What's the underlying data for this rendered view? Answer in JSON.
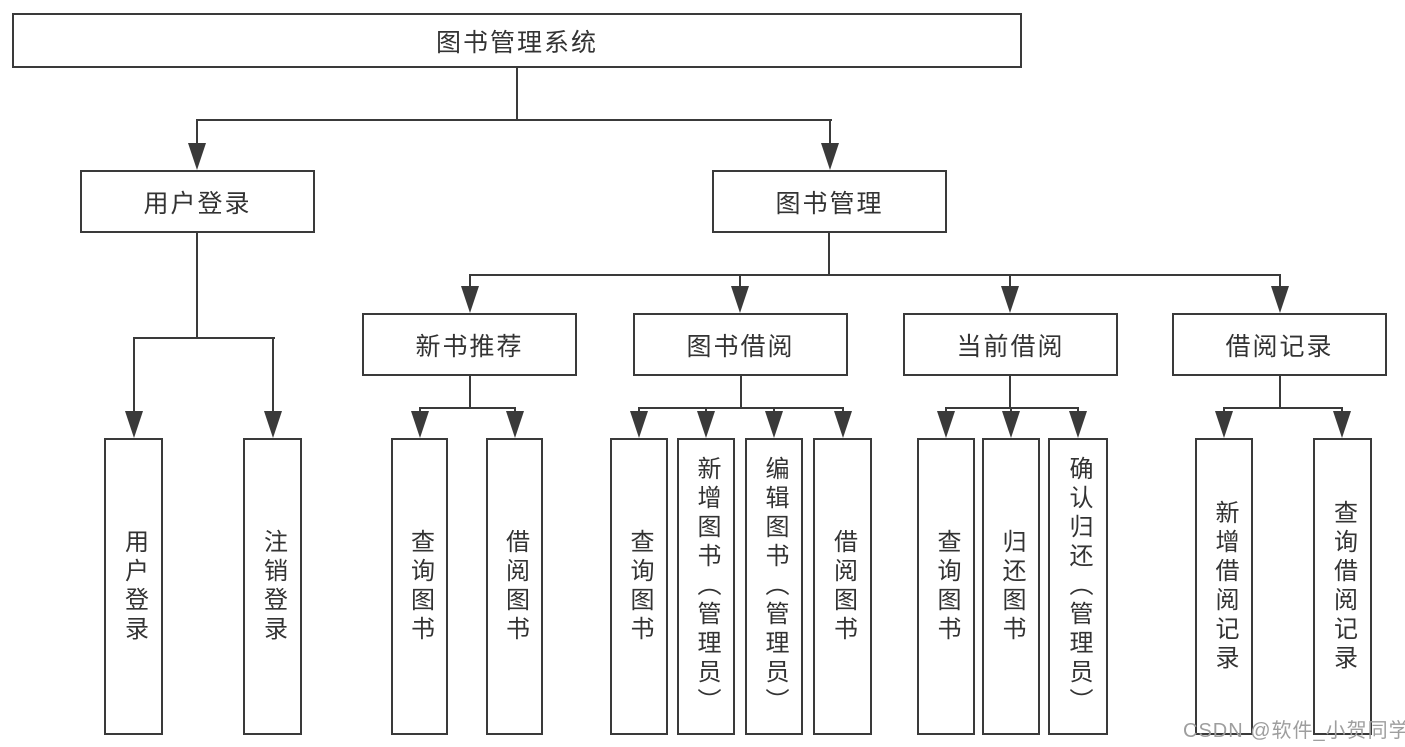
{
  "tree": {
    "label": "图书管理系统",
    "children": [
      {
        "label": "用户登录",
        "children": [
          {
            "label": "用户登录"
          },
          {
            "label": "注销登录"
          }
        ]
      },
      {
        "label": "图书管理",
        "children": [
          {
            "label": "新书推荐",
            "children": [
              {
                "label": "查询图书"
              },
              {
                "label": "借阅图书"
              }
            ]
          },
          {
            "label": "图书借阅",
            "children": [
              {
                "label": "查询图书"
              },
              {
                "label": "新增图书（管理员）"
              },
              {
                "label": "编辑图书（管理员）"
              },
              {
                "label": "借阅图书"
              }
            ]
          },
          {
            "label": "当前借阅",
            "children": [
              {
                "label": "查询图书"
              },
              {
                "label": "归还图书"
              },
              {
                "label": "确认归还（管理员）"
              }
            ]
          },
          {
            "label": "借阅记录",
            "children": [
              {
                "label": "新增借阅记录"
              },
              {
                "label": "查询借阅记录"
              }
            ]
          }
        ]
      }
    ]
  },
  "watermark": "CSDN @软件_小贺同学",
  "colors": {
    "line": "#3a3a3a",
    "text": "#333333",
    "watermark": "#9e9e9e",
    "background": "#ffffff"
  }
}
